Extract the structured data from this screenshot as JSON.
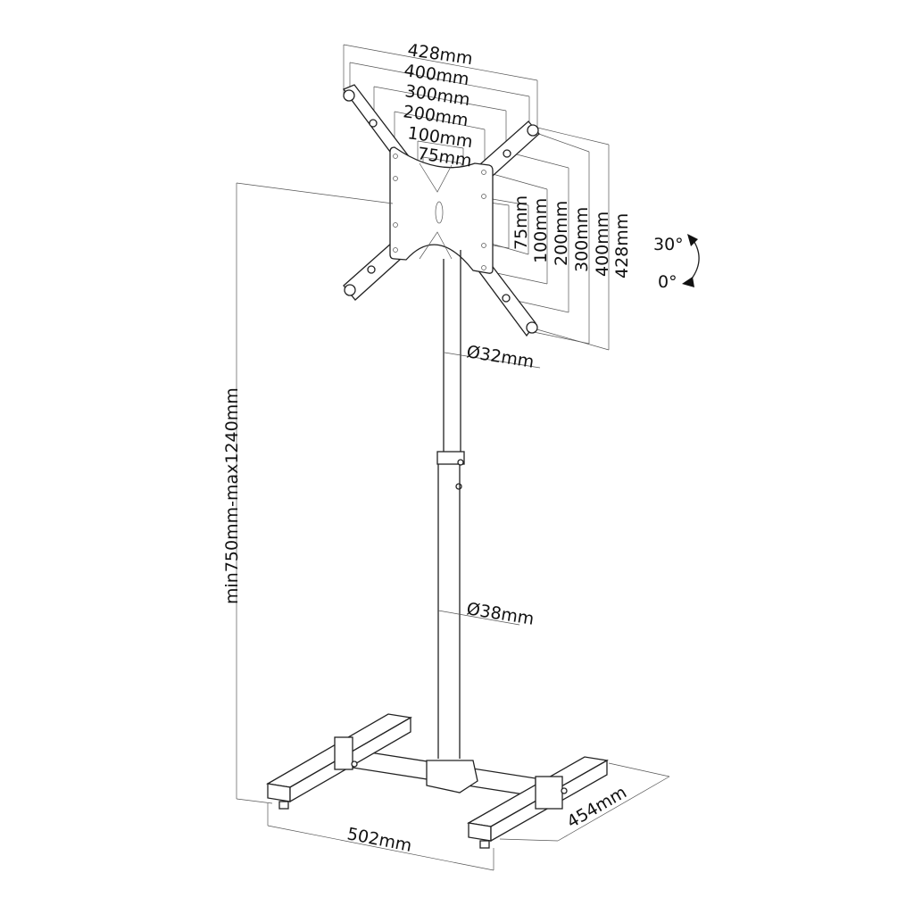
{
  "vesa_horizontal": [
    "428mm",
    "400mm",
    "300mm",
    "200mm",
    "100mm",
    "75mm"
  ],
  "vesa_vertical": [
    "75mm",
    "100mm",
    "200mm",
    "300mm",
    "400mm",
    "428mm"
  ],
  "tilt": {
    "max": "30°",
    "min": "0°"
  },
  "upper_pole_diameter": "Ø32mm",
  "lower_pole_diameter": "Ø38mm",
  "height_range": "min750mm-max1240mm",
  "base_width": "502mm",
  "base_depth": "454mm"
}
